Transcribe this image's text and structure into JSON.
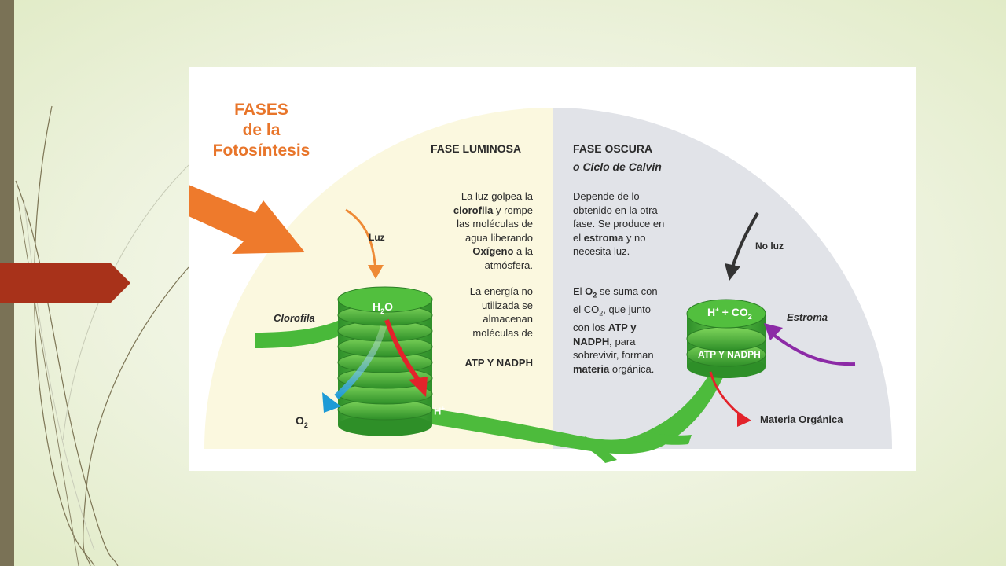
{
  "slide": {
    "colors": {
      "left_bar": "#7a7256",
      "red_tab": "#a8321a",
      "title_orange": "#e8752a",
      "light_phase_bg": "#fbf8df",
      "dark_phase_bg": "#e1e3e8",
      "tube_green": "#49b93a"
    }
  },
  "diagram": {
    "title_line1": "FASES",
    "title_line2": "de la",
    "title_line3": "Fotosíntesis",
    "light_phase": {
      "heading": "FASE LUMINOSA",
      "p1_a": "La luz golpea la",
      "p1_b": "clorofila",
      "p1_c": " y rompe",
      "p1_d": "las moléculas de",
      "p1_e": "agua liberando",
      "p1_f": "Oxígeno",
      "p1_g": " a la",
      "p1_h": "atmósfera.",
      "p2_a": "La energía no",
      "p2_b": "utilizada se",
      "p2_c": "almacenan",
      "p2_d": "moléculas de",
      "p3": "ATP Y NADPH"
    },
    "dark_phase": {
      "heading": "FASE OSCURA",
      "subheading": "o Ciclo de Calvin",
      "p1_a": "Depende de lo",
      "p1_b": "obtenido en la otra",
      "p1_c": "fase. Se produce en",
      "p1_d": "el ",
      "p1_e": "estroma",
      "p1_f": " y no",
      "p1_g": "necesita luz.",
      "p2_a": "El ",
      "p2_b": "O",
      "p2_b_sub": "2",
      "p2_c": " se suma con",
      "p2_d": "el CO",
      "p2_d_sub": "2",
      "p2_e": ", que junto",
      "p2_f": "con los ",
      "p2_g": "ATP y",
      "p2_h": "NADPH,",
      "p2_i": " para",
      "p2_j": "sobrevivir, forman",
      "p2_k": "materia",
      "p2_l": " orgánica."
    },
    "labels": {
      "luz": "Luz",
      "no_luz": "No luz",
      "clorofila": "Clorofila",
      "estroma": "Estroma",
      "h2o_a": "H",
      "h2o_sub": "2",
      "h2o_b": "O",
      "o2_a": "O",
      "o2_sub": "2",
      "hplus_a": "H",
      "hplus_sup": "+",
      "h_co2_a": "H",
      "h_co2_sup": "+",
      "h_co2_b": " + CO",
      "h_co2_sub": "2",
      "atp_nadph": "ATP Y NADPH",
      "materia_organica": "Materia Orgánica"
    }
  }
}
